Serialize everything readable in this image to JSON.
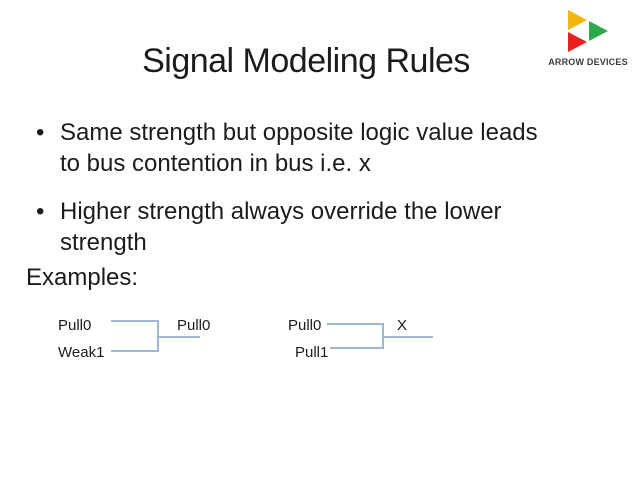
{
  "theme": {
    "bg": "#ffffff",
    "text": "#1c1c1c",
    "wire": "#9db7d8",
    "logo-yellow": "#F6B40E",
    "logo-green": "#2FA84C",
    "logo-red": "#E8201E",
    "brand-text": "#3c3c3c"
  },
  "logo": {
    "brand": "ARROW DEVICES"
  },
  "title": "Signal Modeling Rules",
  "bullets": {
    "char": "•",
    "items": [
      {
        "line1": "Same strength but opposite logic value leads",
        "line2": "to bus contention in bus i.e. x"
      },
      {
        "line1": "Higher strength always override the lower",
        "line2": "strength"
      }
    ]
  },
  "examples": {
    "label": "Examples:",
    "items": [
      {
        "input_top": "Pull0",
        "input_bottom": "Weak1",
        "output": "Pull0"
      },
      {
        "input_top": "Pull0",
        "input_bottom": "Pull1",
        "output": "X"
      }
    ]
  }
}
